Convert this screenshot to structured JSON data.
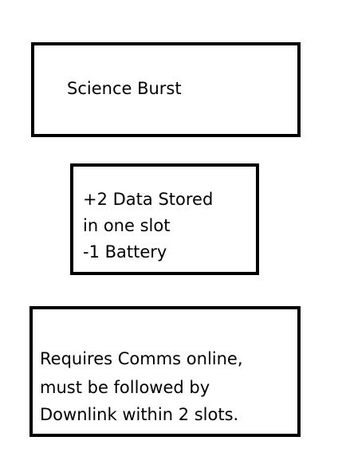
{
  "title_box": {
    "text": "Science Burst"
  },
  "effect_box": {
    "lines": [
      "+2 Data Stored",
      "in one slot",
      "-1 Battery"
    ]
  },
  "requirement_box": {
    "lines": [
      "Requires Comms online,",
      "must be followed by",
      "Downlink within 2 slots."
    ]
  }
}
